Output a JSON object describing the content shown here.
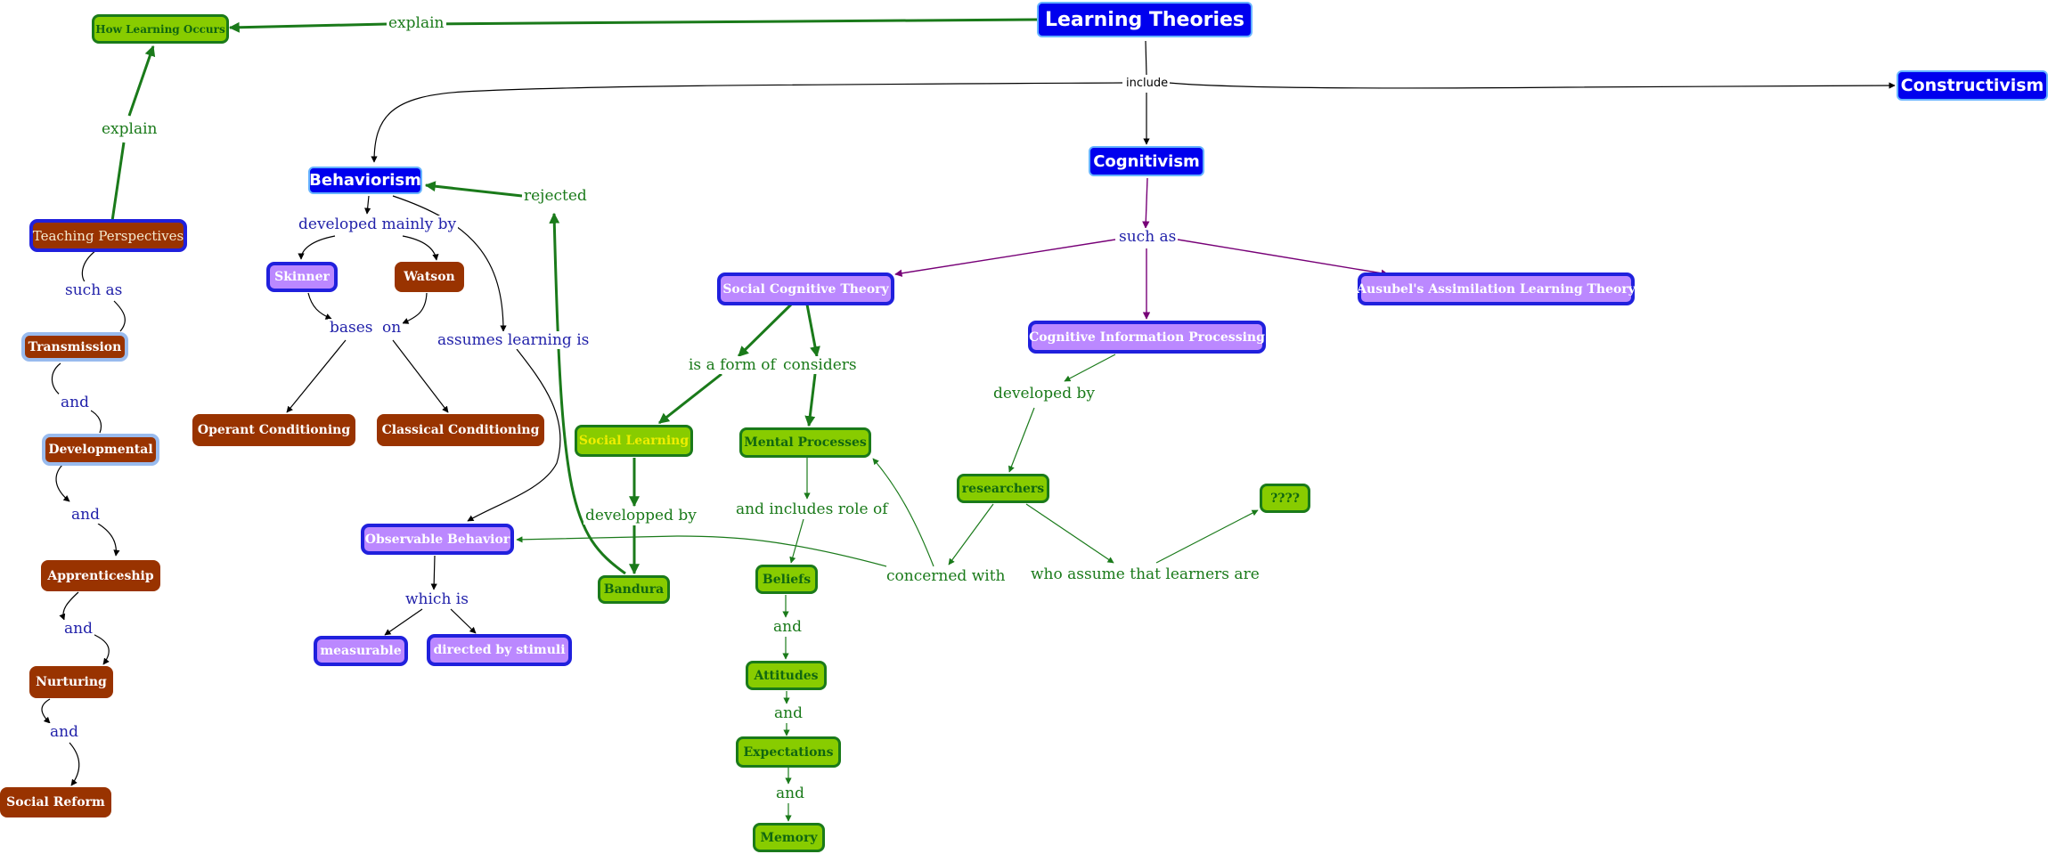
{
  "nodes": {
    "learning_theories": "Learning Theories",
    "how_learning_occurs": "How Learning Occurs",
    "constructivism": "Constructivism",
    "behaviorism": "Behaviorism",
    "cognitivism": "Cognitivism",
    "teaching_perspectives": "Teaching Perspectives",
    "transmission": "Transmission",
    "developmental": "Developmental",
    "apprenticeship": "Apprenticeship",
    "nurturing": "Nurturing",
    "social_reform": "Social Reform",
    "skinner": "Skinner",
    "watson": "Watson",
    "operant_conditioning": "Operant Conditioning",
    "classical_conditioning": "Classical Conditioning",
    "observable_behavior": "Observable Behavior",
    "measurable": "measurable",
    "directed_by_stimuli": "directed by stimuli",
    "social_cognitive_theory": "Social Cognitive Theory",
    "social_learning": "Social Learning",
    "bandura": "Bandura",
    "mental_processes": "Mental Processes",
    "beliefs": "Beliefs",
    "attitudes": "Attitudes",
    "expectations": "Expectations",
    "memory": "Memory",
    "cognitive_information_processing": "Cognitive Information Processing",
    "ausubel": "Ausubel's Assimilation Learning Theory",
    "researchers": "researchers",
    "unknown": "????"
  },
  "links": {
    "explain_top": "explain",
    "include": "include",
    "explain_left": "explain",
    "such_as_left": "such as",
    "and_1": "and",
    "and_2": "and",
    "and_3": "and",
    "and_4": "and",
    "developed_mainly_by": "developed mainly by",
    "bases": "bases",
    "on": "on",
    "assumes_learning_is": "assumes learning is",
    "rejected": "rejected",
    "which_is": "which is",
    "such_as_cog": "such as",
    "is_a_form_of": "is a form of",
    "considers": "considers",
    "developped_by": "developped by",
    "and_includes_role_of": "and includes role of",
    "and_5": "and",
    "and_6": "and",
    "and_7": "and",
    "concerned_with": "concerned with",
    "developed_by": "developed by",
    "who_assume": "who assume that learners are"
  },
  "colors": {
    "blue_node": "#0000ee",
    "purple_node": "#bb88ff",
    "green_node": "#88cc00",
    "brown_node": "#993300",
    "green_link": "#1a7a1a",
    "blue_link_text": "#2222aa",
    "purple_link": "#770077"
  }
}
